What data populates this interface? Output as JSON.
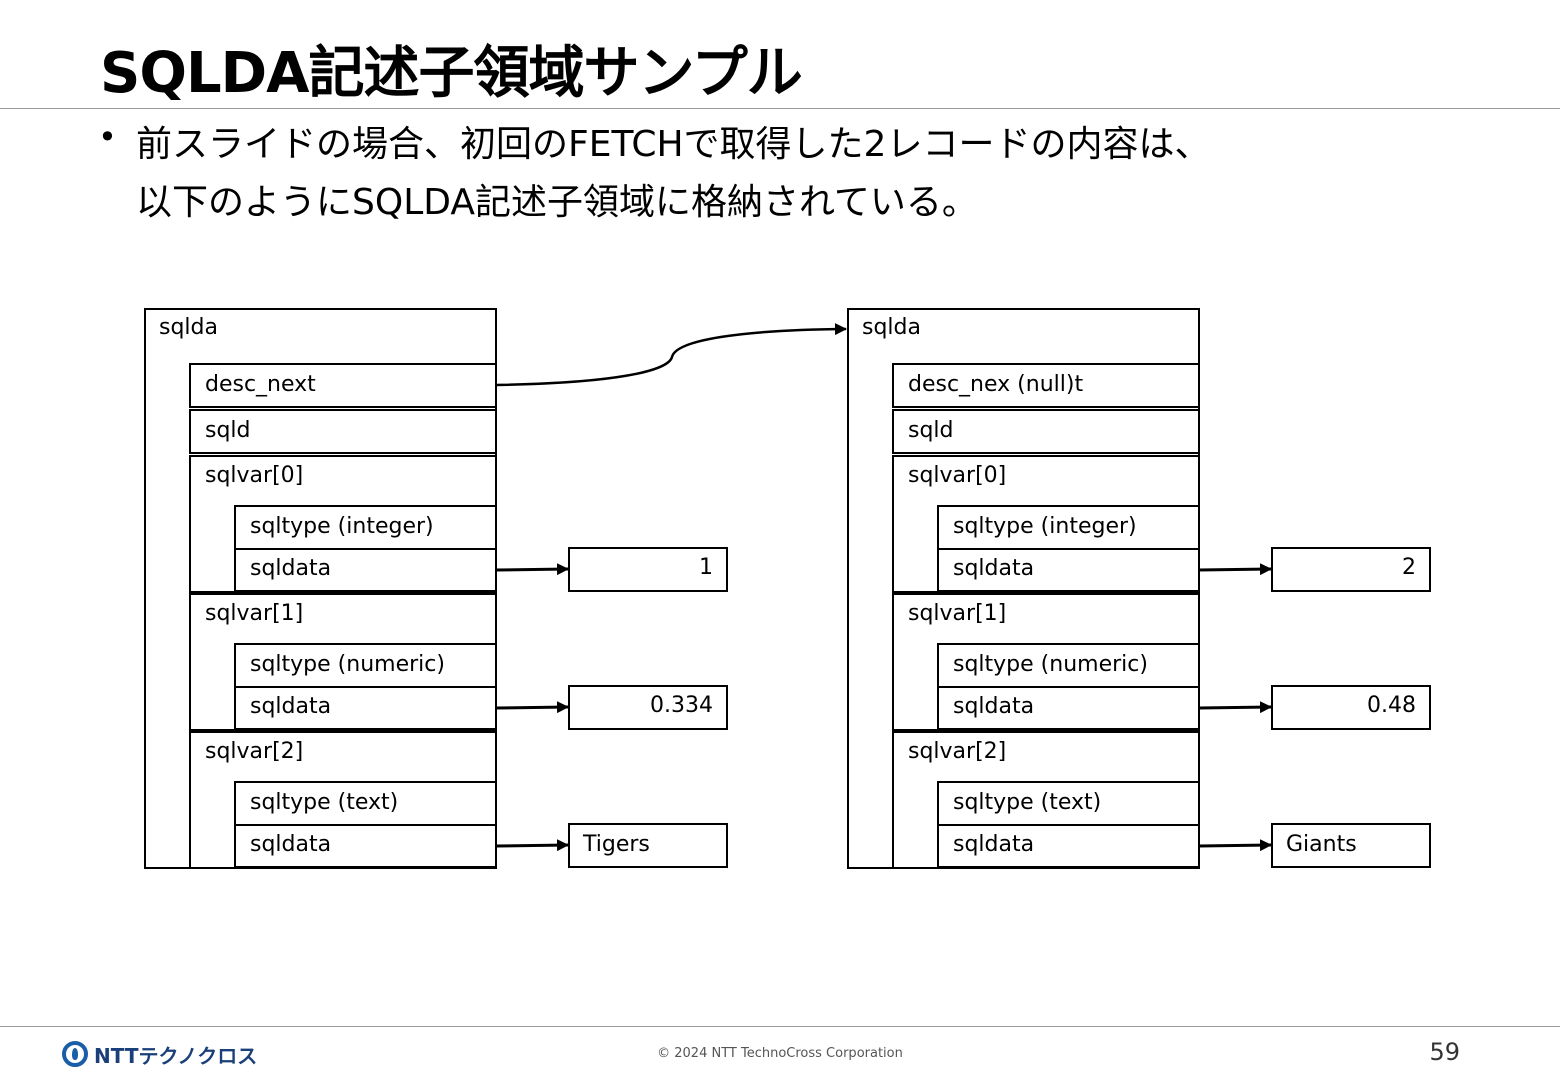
{
  "slide": {
    "title": "SQLDA記述子領域サンプル",
    "bullet_lines": [
      "前スライドの場合、初回のFETCHで取得した2レコードの内容は、",
      "以下のようにSQLDA記述子領域に格納されている。"
    ]
  },
  "diagram": {
    "structures": [
      {
        "header": "sqlda",
        "desc_next": "desc_next",
        "sqld": "sqld",
        "sqlvars": [
          {
            "label": "sqlvar[0]",
            "sqltype": "sqltype (integer)",
            "sqldata": "sqldata",
            "value": "1",
            "value_align": "right"
          },
          {
            "label": "sqlvar[1]",
            "sqltype": "sqltype (numeric)",
            "sqldata": "sqldata",
            "value": "0.334",
            "value_align": "right"
          },
          {
            "label": "sqlvar[2]",
            "sqltype": "sqltype (text)",
            "sqldata": "sqldata",
            "value": "Tigers",
            "value_align": "left"
          }
        ]
      },
      {
        "header": "sqlda",
        "desc_next": "desc_nex (null)t",
        "sqld": "sqld",
        "sqlvars": [
          {
            "label": "sqlvar[0]",
            "sqltype": "sqltype (integer)",
            "sqldata": "sqldata",
            "value": "2",
            "value_align": "right"
          },
          {
            "label": "sqlvar[1]",
            "sqltype": "sqltype (numeric)",
            "sqldata": "sqldata",
            "value": "0.48",
            "value_align": "right"
          },
          {
            "label": "sqlvar[2]",
            "sqltype": "sqltype (text)",
            "sqldata": "sqldata",
            "value": "Giants",
            "value_align": "left"
          }
        ]
      }
    ]
  },
  "footer": {
    "logo_text": "NTTテクノクロス",
    "copyright": "© 2024 NTT TechnoCross Corporation",
    "page_number": "59"
  },
  "colors": {
    "logo_blue": "#1a5ea8",
    "rule_gray": "#9a9a9a"
  }
}
